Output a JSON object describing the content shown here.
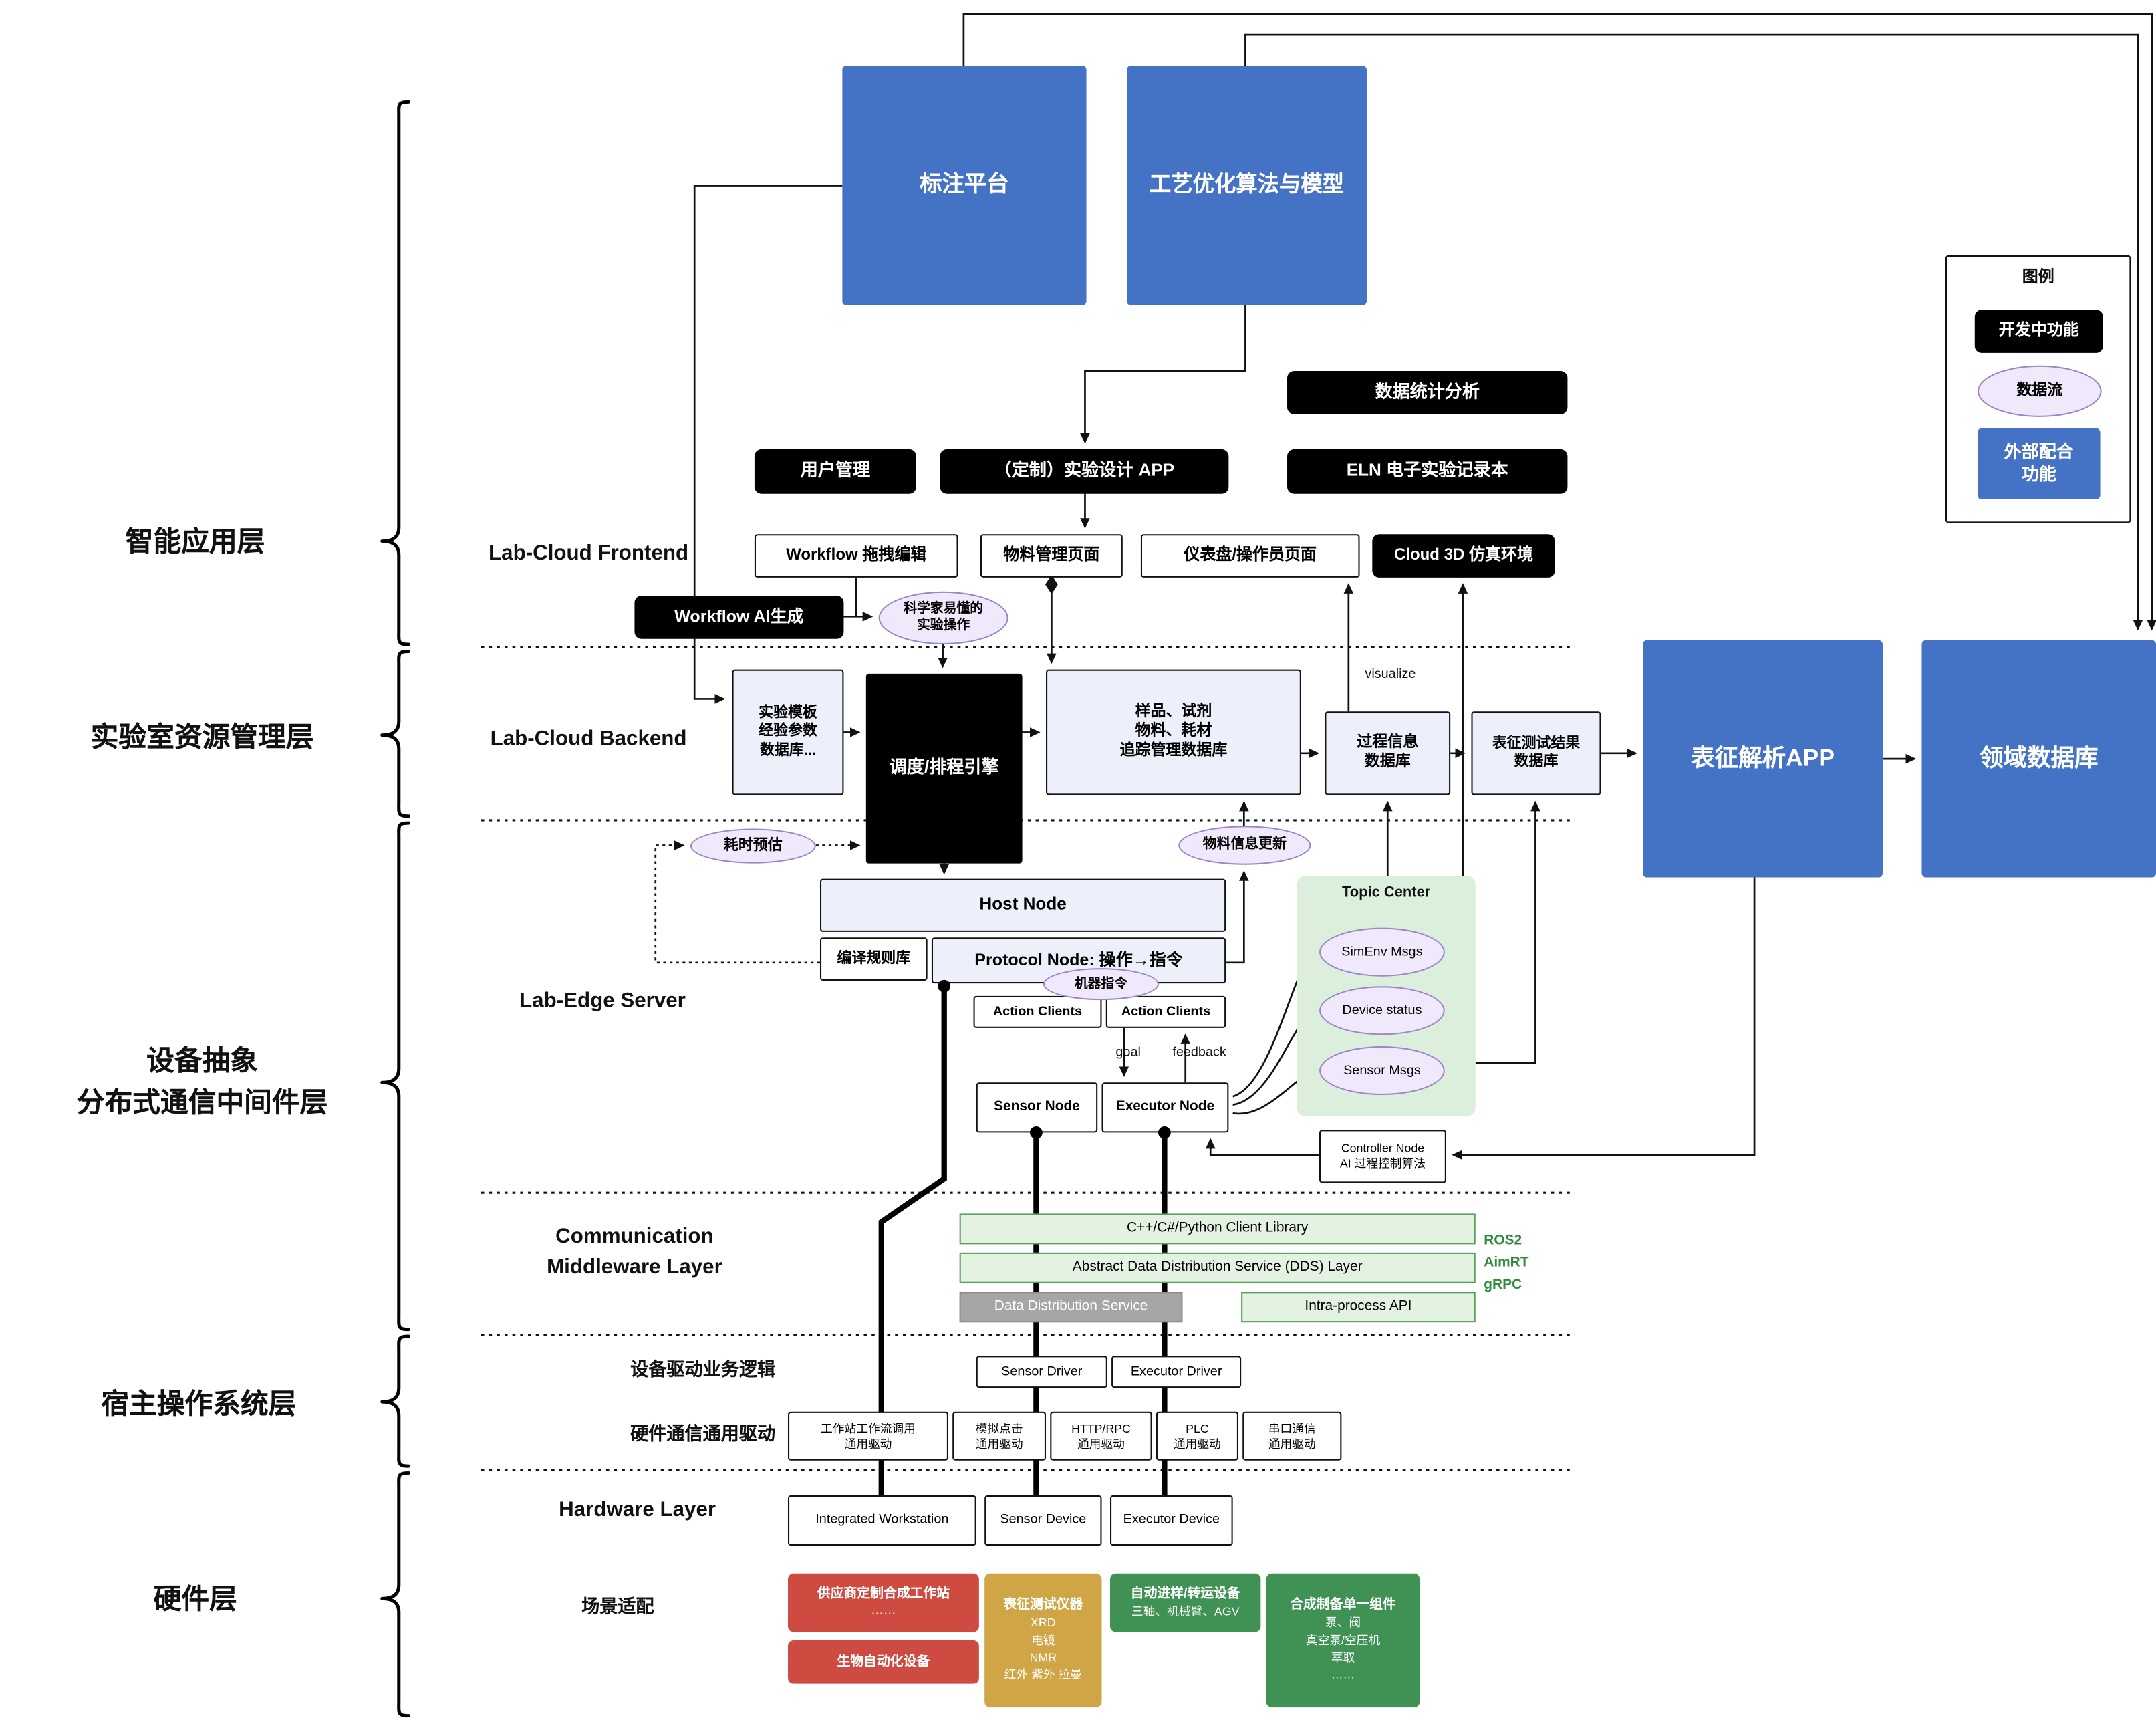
{
  "colors": {
    "accent_blue": "#4472C4",
    "dev_black": "#000000",
    "flow_lavender": "#EFE9FB",
    "topic_green": "#DCEEDC",
    "bar_green": "#E3F2E1",
    "bar_gray": "#A6A6A6",
    "scene_red": "#CE4B42",
    "scene_tan": "#CFA546",
    "scene_green": "#3F9254",
    "ros_green": "#2E8B3D"
  },
  "top": {
    "annotation_platform": "标注平台",
    "process_opt": "工艺优化算法与模型"
  },
  "app": {
    "layer_label": "智能应用层",
    "data_stats": "数据统计分析",
    "user_mgmt": "用户管理",
    "custom_app": "（定制）实验设计 APP",
    "eln": "ELN 电子实验记录本",
    "frontend_label": "Lab-Cloud Frontend",
    "workflow_edit": "Workflow 拖拽编辑",
    "material_page": "物料管理页面",
    "dashboard_page": "仪表盘/操作员页面",
    "cloud3d": "Cloud 3D 仿真环境",
    "workflow_ai": "Workflow AI生成",
    "sci_ops": "科学家易懂的\n实验操作"
  },
  "backend": {
    "layer_label": "实验室资源管理层",
    "section_label": "Lab-Cloud Backend",
    "template_db": "实验模板\n经验参数\n数据库...",
    "scheduler": "调度/排程引擎",
    "sample_db": "样品、试剂\n物料、耗材\n追踪管理数据库",
    "process_db": "过程信息\n数据库",
    "char_db": "表征测试结果\n数据库",
    "visualize": "visualize",
    "time_est": "耗时预估",
    "material_update": "物料信息更新"
  },
  "external": {
    "char_app": "表征解析APP",
    "domain_db": "领域数据库"
  },
  "legend": {
    "title": "图例",
    "dev": "开发中功能",
    "flow": "数据流",
    "ext": "外部配合\n功能"
  },
  "edge": {
    "layer_label": "设备抽象\n分布式通信中间件层",
    "section_label": "Lab-Edge Server",
    "host": "Host Node",
    "rule_lib": "编译规则库",
    "protocol": "Protocol Node: 操作→指令",
    "machine_cmd": "机器指令",
    "action1": "Action Clients",
    "action2": "Action Clients",
    "goal": "goal",
    "feedback": "feedback",
    "sensor_node": "Sensor Node",
    "executor_node": "Executor Node",
    "topic_center": "Topic Center",
    "simenv": "SimEnv Msgs",
    "device_status": "Device status",
    "sensor_msgs": "Sensor Msgs",
    "controller": "Controller Node\nAI 过程控制算法"
  },
  "middleware": {
    "section_label": "Communication\nMiddleware Layer",
    "client_lib": "C++/C#/Python Client Library",
    "dds_layer": "Abstract Data Distribution Service (DDS) Layer",
    "dds_service": "Data Distribution Service",
    "intra_api": "Intra-process API",
    "ros2": "ROS2",
    "aimrt": "AimRT",
    "grpc": "gRPC"
  },
  "oslayer": {
    "layer_label": "宿主操作系统层",
    "driver_logic_label": "设备驱动业务逻辑",
    "sensor_driver": "Sensor Driver",
    "executor_driver": "Executor Driver",
    "hw_comm_label": "硬件通信通用驱动",
    "drv_workstation": "工作站工作流调用\n通用驱动",
    "drv_click": "模拟点击\n通用驱动",
    "drv_http": "HTTP/RPC\n通用驱动",
    "drv_plc": "PLC\n通用驱动",
    "drv_serial": "串口通信\n通用驱动"
  },
  "hardware": {
    "layer_label": "硬件层",
    "section_label": "Hardware Layer",
    "workstation": "Integrated Workstation",
    "sensor_device": "Sensor Device",
    "executor_device": "Executor Device",
    "scene_label": "场景适配",
    "vendor_title": "供应商定制合成工作站",
    "vendor_body": "……",
    "bio": "生物自动化设备",
    "char_title": "表征测试仪器",
    "char_body": "XRD\n电镜\nNMR\n红外 紫外 拉曼",
    "transfer_title": "自动进样/转运设备",
    "transfer_body": "三轴、机械臂、AGV",
    "component_title": "合成制备单一组件",
    "component_body": "泵、阀\n真空泵/空压机\n萃取\n……"
  }
}
